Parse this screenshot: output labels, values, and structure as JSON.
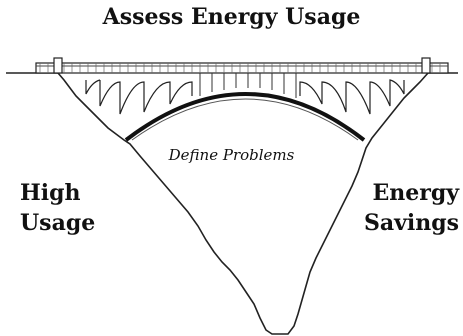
{
  "diagram": {
    "title": "Assess Energy Usage",
    "left_label": [
      "High",
      "Usage"
    ],
    "right_label": [
      "Energy",
      "Savings"
    ],
    "gap_label": "Define Problems"
  }
}
